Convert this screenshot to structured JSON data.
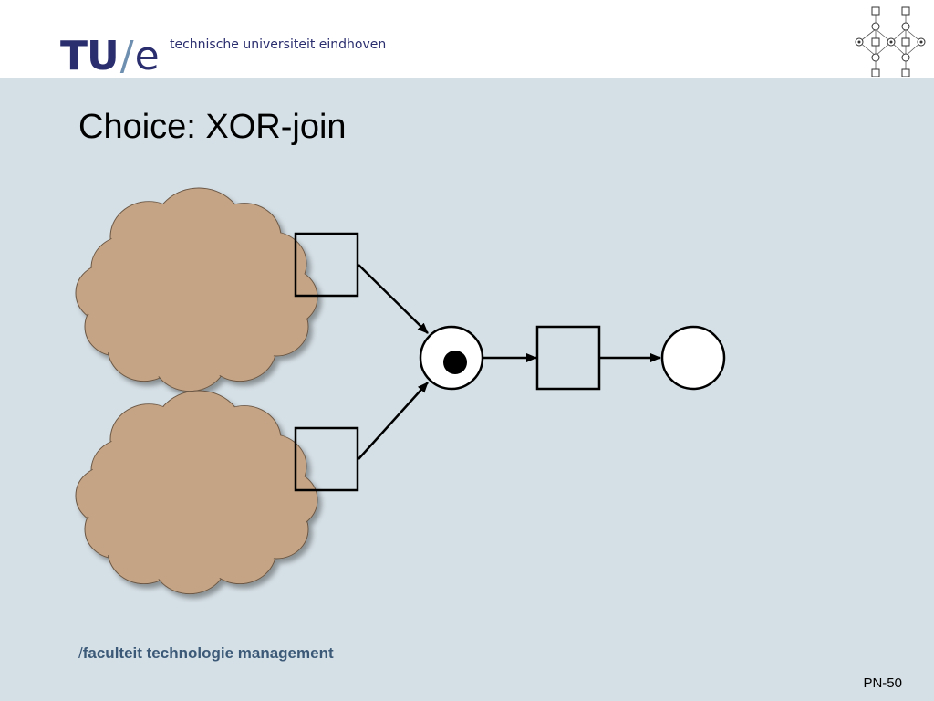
{
  "header": {
    "logo_main": "TU",
    "logo_slash": "/",
    "logo_e": "e",
    "university": "technische universiteit eindhoven"
  },
  "slide": {
    "title": "Choice: XOR-join",
    "footer_slash": "/",
    "footer": "faculteit technologie management",
    "page_number": "PN-50"
  },
  "colors": {
    "background": "#d5e0e6",
    "cloud_fill": "#c4a485",
    "logo": "#2a2d6e",
    "footer": "#3c5a78"
  },
  "diagram": {
    "clouds": 2,
    "transitions": 3,
    "places": 2,
    "tokens_in_join_place": 1
  }
}
